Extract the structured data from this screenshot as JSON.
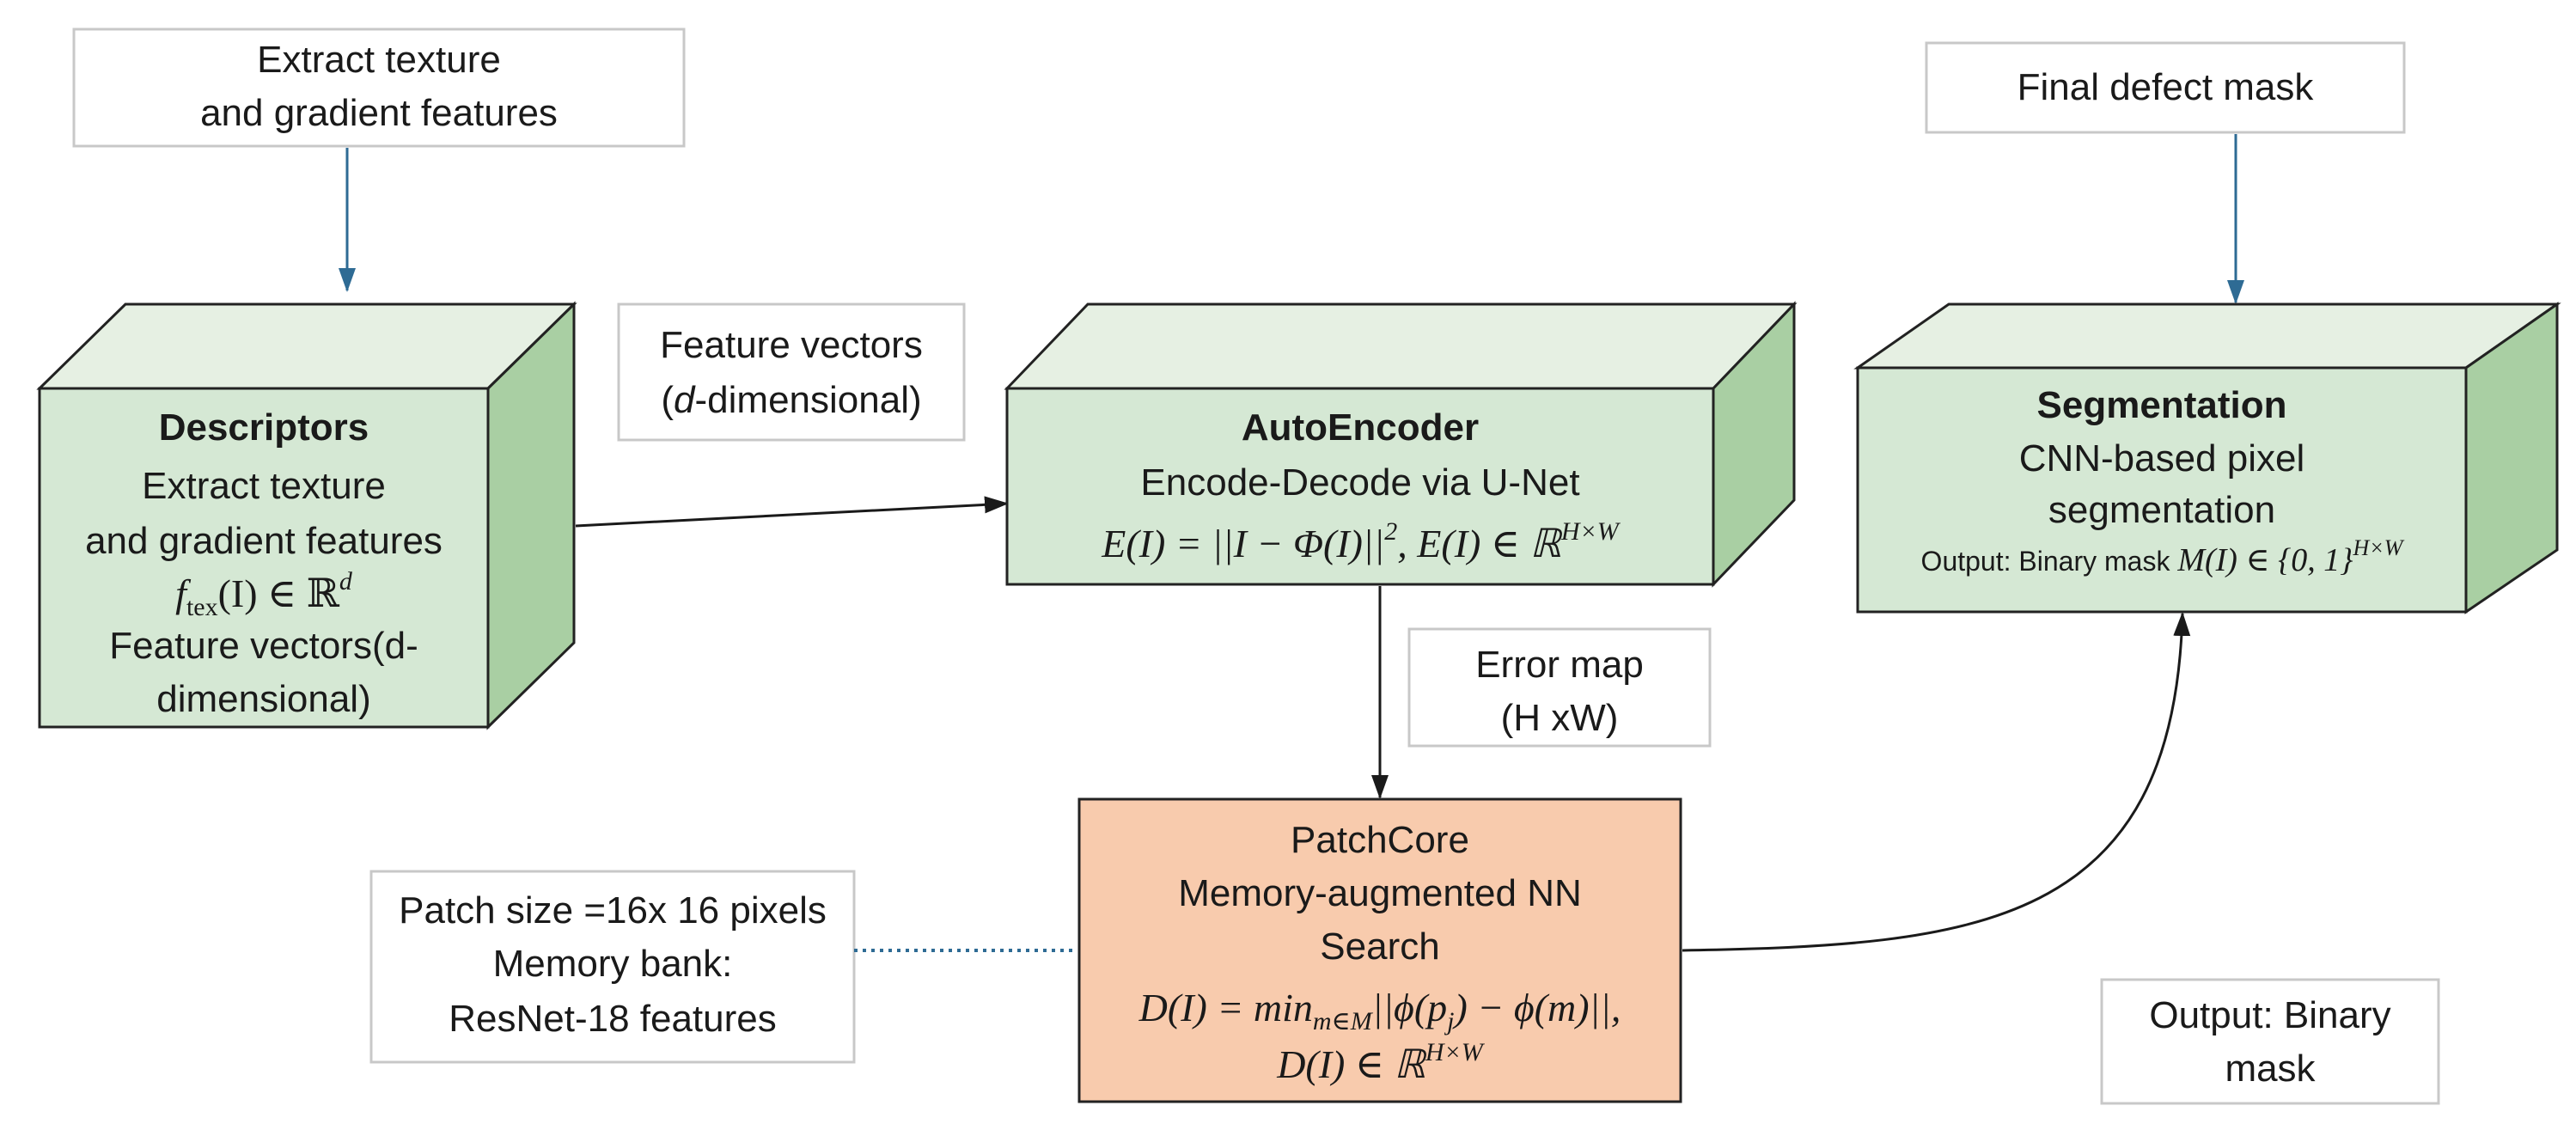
{
  "top_notes": {
    "extract_line1": "Extract texture",
    "extract_line2": "and gradient features",
    "final_mask": "Final defect mask"
  },
  "descriptors": {
    "title": "Descriptors",
    "line1": "Extract texture",
    "line2": "and gradient features",
    "formula_f": "f",
    "formula_sub": "tex",
    "formula_rest": "(I) ∈ ℝ",
    "formula_sup": "d",
    "line4": "Feature vectors(d-",
    "line5": "dimensional)"
  },
  "feature_note": {
    "line1": "Feature vectors",
    "line2_italic": "d",
    "line2_open": "(",
    "line2_rest": "-dimensional)"
  },
  "autoencoder": {
    "title": "AutoEncoder",
    "subtitle": "Encode-Decode via U-Net",
    "formula": "E(I) = ||I − Φ(I)||",
    "formula_sup": "2",
    "formula2": ",  E(I) ∈ ℝ",
    "formula2_sup": "H×W"
  },
  "segmentation": {
    "title": "Segmentation",
    "line1": "CNN-based pixel",
    "line2": "segmentation",
    "output_prefix": "Output: Binary mask ",
    "output_math": "M(I) ∈ {0, 1}",
    "output_sup": "H×W"
  },
  "error_map": {
    "line1": "Error map",
    "line2": "(H xW)"
  },
  "patchcore": {
    "line1": "PatchCore",
    "line2": "Memory-augmented NN",
    "line3": "Search",
    "formula1_a": "D(I) = min",
    "formula1_sub": "m∈M",
    "formula1_b": "||ϕ(p",
    "formula1_sub2": "j",
    "formula1_c": ") − ϕ(m)||,",
    "formula2": "D(I) ∈ ℝ",
    "formula2_sup": "H×W"
  },
  "patch_note": {
    "line1": "Patch size =16x 16 pixels",
    "line2": "Memory bank:",
    "line3": "ResNet-18 features"
  },
  "output_note": {
    "line1": "Output: Binary",
    "line2": "mask"
  },
  "colors": {
    "cube_green": "#d5e8d4",
    "patch_orange": "#f8cbad",
    "arrow_blue": "#2e6b94"
  }
}
